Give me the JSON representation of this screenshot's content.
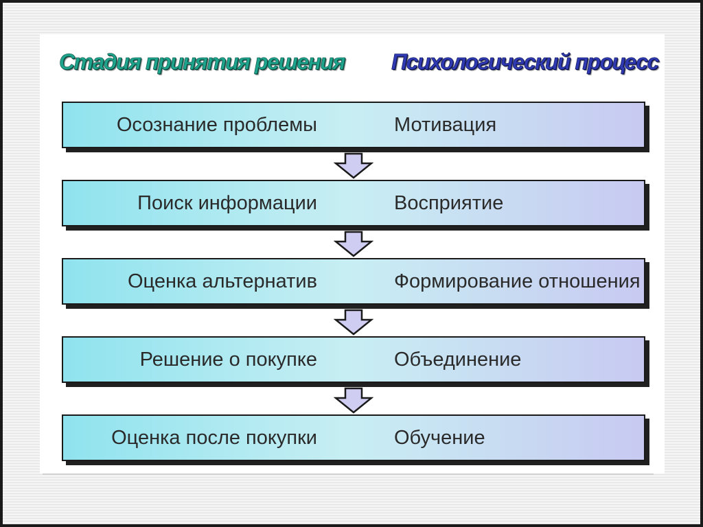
{
  "headers": {
    "stage": "Стадия принятия решения",
    "process": "Психологический процесс"
  },
  "rows": [
    {
      "stage": "Осознание проблемы",
      "process": "Мотивация"
    },
    {
      "stage": "Поиск информации",
      "process": "Восприятие"
    },
    {
      "stage": "Оценка альтернатив",
      "process": "Формирование отношения"
    },
    {
      "stage": "Решение о покупке",
      "process": "Объединение"
    },
    {
      "stage": "Оценка после покупки",
      "process": "Обучение"
    }
  ],
  "colors": {
    "stage_header": "#1ea48c",
    "process_header": "#2f39b2",
    "row_left": "#8fe3ee",
    "row_right": "#c8c9f2",
    "arrow_fill": "#cfcdf2"
  },
  "icons": {
    "flow_arrow": "down-arrow-icon"
  }
}
